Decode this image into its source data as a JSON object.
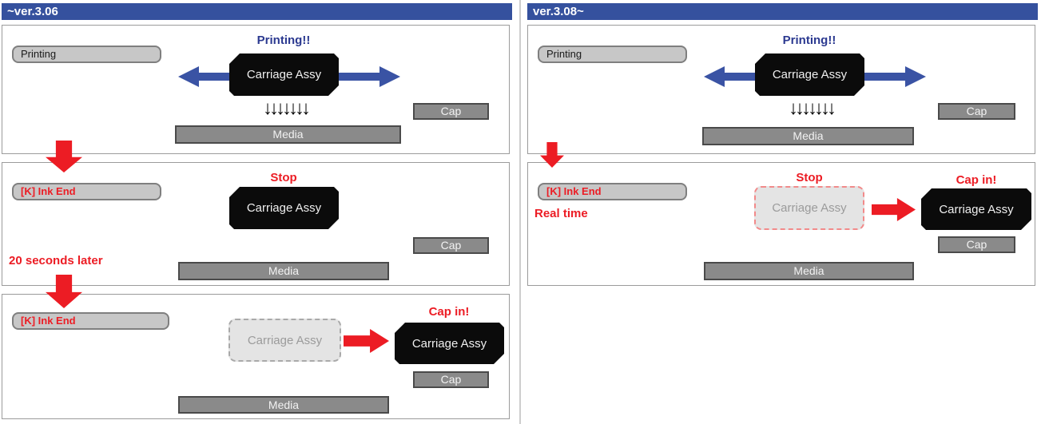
{
  "colors": {
    "header_bg": "#35519E",
    "arrow_blue": "#3A53A4",
    "title_blue": "#2B3990",
    "red": "#EC1C24",
    "box_black": "#0B0B0B",
    "gray_fill": "#8A8A8A",
    "label_fill": "#C7C7C7",
    "ghost_fill": "#E4E4E4"
  },
  "left": {
    "header": "~ver.3.06",
    "panel1": {
      "status": "Printing",
      "title": "Printing!!",
      "carriage": "Carriage Assy",
      "down_arrows": "↓↓↓↓↓↓↓",
      "media": "Media",
      "cap": "Cap"
    },
    "panel2": {
      "status": "[K] Ink End",
      "title": "Stop",
      "carriage": "Carriage Assy",
      "media": "Media",
      "cap": "Cap",
      "note": "20 seconds later"
    },
    "panel3": {
      "status": "[K] Ink End",
      "ghost": "Carriage Assy",
      "title": "Cap in!",
      "carriage": "Carriage Assy",
      "media": "Media",
      "cap": "Cap"
    }
  },
  "right": {
    "header": "ver.3.08~",
    "panel1": {
      "status": "Printing",
      "title": "Printing!!",
      "carriage": "Carriage Assy",
      "down_arrows": "↓↓↓↓↓↓↓",
      "media": "Media",
      "cap": "Cap"
    },
    "panel2": {
      "status": "[K] Ink End",
      "note": "Real time",
      "stop_title": "Stop",
      "ghost": "Carriage Assy",
      "cap_title": "Cap in!",
      "carriage": "Carriage Assy",
      "media": "Media",
      "cap": "Cap"
    }
  }
}
